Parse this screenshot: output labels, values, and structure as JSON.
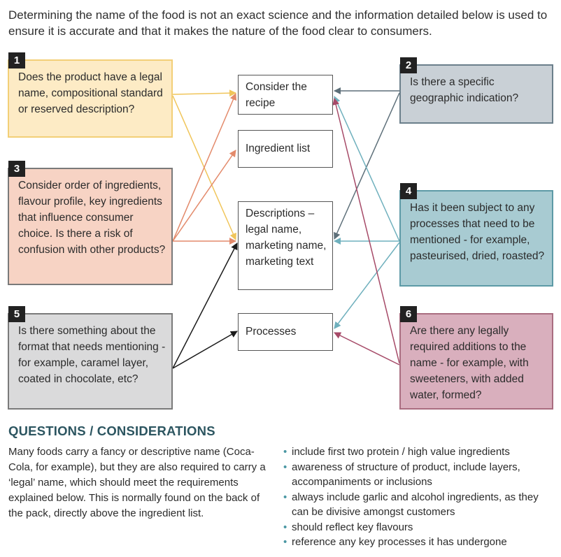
{
  "intro": "Determining the name of the food is not an exact science and the information detailed below is used to ensure it is accurate and that it makes the nature of the food clear to consumers.",
  "questions": [
    {
      "num": "1",
      "text": "Does the product have a legal name, compositional standard or reserved description?"
    },
    {
      "num": "2",
      "text": "Is there a specific geographic indication?"
    },
    {
      "num": "3",
      "text": "Consider order of ingredients, flavour profile, key ingredients that influence consumer choice. Is there a risk of confusion with other products?"
    },
    {
      "num": "4",
      "text": "Has it been subject to any processes that need to be mentioned - for example, pasteurised, dried, roasted?"
    },
    {
      "num": "5",
      "text": "Is there something about the format that needs mentioning - for example, caramel layer, coated in chocolate, etc?"
    },
    {
      "num": "6",
      "text": "Are there any legally required additions to the name - for example, with sweeteners, with added water, formed?"
    }
  ],
  "considerations": [
    {
      "text": "Consider the recipe"
    },
    {
      "text": "Ingredient list"
    },
    {
      "text": "Descriptions – legal name, marketing name, marketing text"
    },
    {
      "text": "Processes"
    }
  ],
  "colors": {
    "q1_arrow": "#f0c55a",
    "q2_arrow": "#5d6f79",
    "q3_arrow": "#e38a6b",
    "q4_arrow": "#6fb0bd",
    "q5_arrow": "#1a1a1a",
    "q6_arrow": "#a64a68"
  },
  "section": {
    "heading": "QUESTIONS / CONSIDERATIONS",
    "paragraph": "Many foods carry a fancy or descriptive name (Coca-Cola, for example), but they are also required to carry a ‘legal’ name, which should meet the requirements explained below. This is normally found on the back of the pack, directly above the ingredient list.",
    "bullets": [
      "include first two protein / high value ingredients",
      "awareness of structure of product, include layers, accompaniments or inclusions",
      "always include garlic and alcohol ingredients, as they can be divisive amongst customers",
      "should reflect key flavours",
      "reference any key processes it has undergone"
    ]
  }
}
